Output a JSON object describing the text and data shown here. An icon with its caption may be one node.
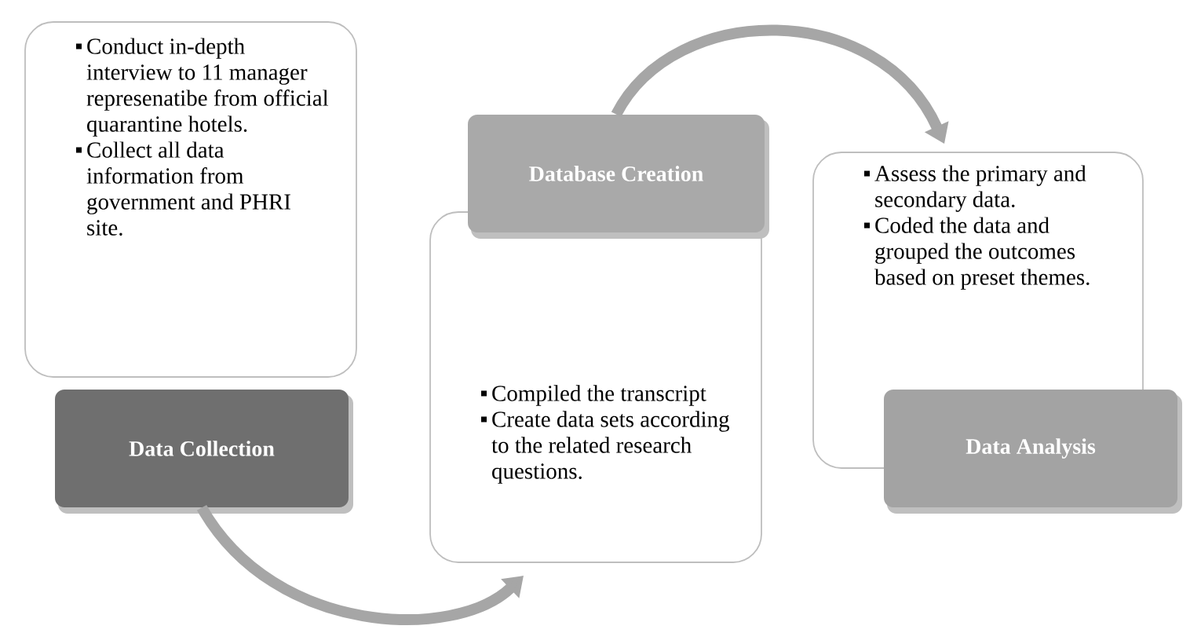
{
  "diagram": {
    "nodes": [
      {
        "text": [
          "Conduct in-depth interview to 11 manager represenatibe from official quarantine hotels.",
          "Collect all data information from government and PHRI site."
        ]
      },
      {
        "text": [
          "Data Collection"
        ]
      },
      {
        "text": [
          "Database Creation"
        ]
      },
      {
        "text": [
          "Compiled the transcript",
          "Create data sets according to the related research questions."
        ]
      },
      {
        "text": [
          "Assess the primary and secondary data.",
          "Coded the data and grouped the outcomes based on preset themes."
        ]
      },
      {
        "text": [
          "Data Analysis"
        ]
      }
    ],
    "edges": [
      {
        "from": 1,
        "to": 3,
        "arrow": "to"
      },
      {
        "from": 2,
        "to": 4,
        "arrow": "to"
      }
    ]
  }
}
